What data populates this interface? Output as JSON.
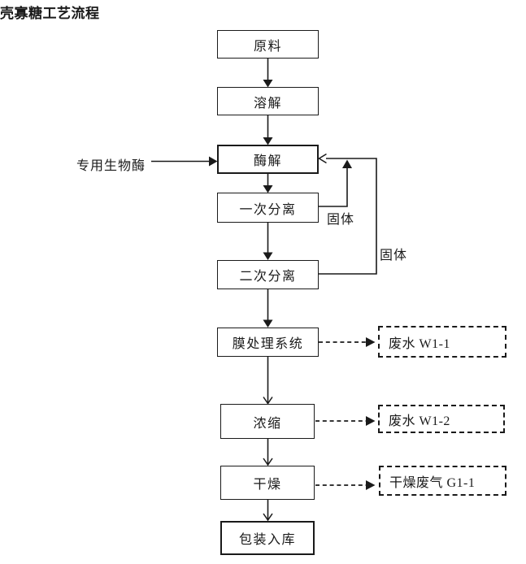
{
  "title": "壳寡糖工艺流程",
  "colors": {
    "line": "#1a1a1a",
    "text": "#1a1a1a",
    "background": "#ffffff"
  },
  "flow": {
    "boxes": [
      "原料",
      "溶解",
      "酶解",
      "一次分离",
      "二次分离",
      "膜处理系统",
      "浓缩",
      "干燥",
      "包装入库"
    ],
    "enzyme_input_label": "专用生物酶",
    "solid_recycle_labels": [
      "固体",
      "固体"
    ],
    "emission_boxes": [
      "废水 W1-1",
      "废水 W1-2",
      "干燥废气 G1-1"
    ]
  }
}
